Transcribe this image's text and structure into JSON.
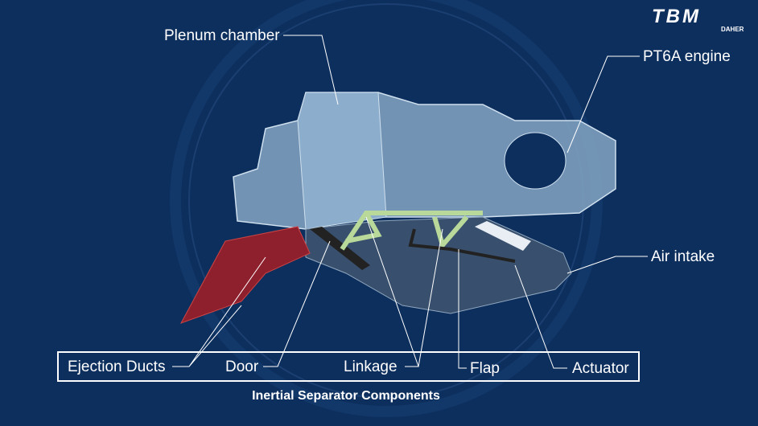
{
  "logo": {
    "brand": "TBM",
    "sub": "DAHER"
  },
  "callouts": {
    "plenum": "Plenum chamber",
    "engine": "PT6A engine",
    "intake": "Air intake"
  },
  "legend": {
    "ejection_ducts": "Ejection Ducts",
    "door": "Door",
    "linkage": "Linkage",
    "flap": "Flap",
    "actuator": "Actuator"
  },
  "caption": "Inertial Separator Components",
  "colors": {
    "background": "#0d2f5e",
    "engine": "#7d9fbe",
    "duct": "#8e1f2c",
    "intake": "#3d5470",
    "linkage": "#b9d99a"
  }
}
